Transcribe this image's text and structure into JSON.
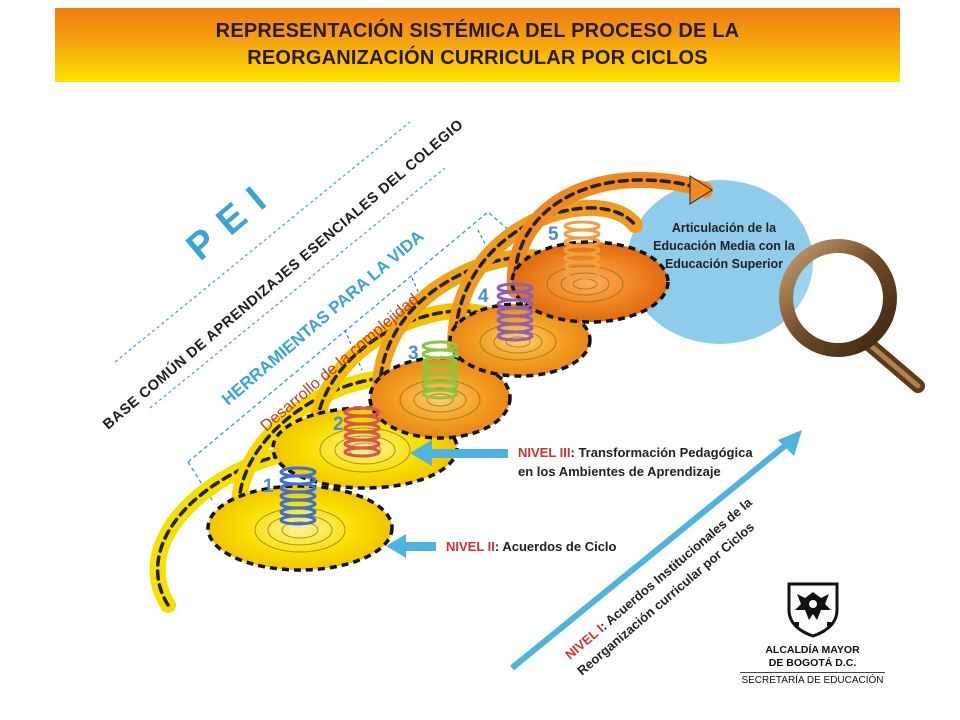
{
  "header": {
    "title_line1": "REPRESENTACIÓN SISTÉMICA DEL PROCESO DE LA",
    "title_line2": "REORGANIZACIÓN CURRICULAR POR CICLOS"
  },
  "bands": {
    "pei": "PEI",
    "base": "BASE COMÚN DE APRENDIZAJES ESENCIALES DEL COLEGIO",
    "herramientas": "HERRAMIENTAS PARA LA VIDA",
    "desarrollo": "Desarrollo de la complejidad"
  },
  "cycles": [
    "1",
    "2",
    "3",
    "4",
    "5"
  ],
  "articulation": {
    "line1": "Articulación de la",
    "line2": "Educación Media con la",
    "line3": "Educación Superior"
  },
  "levels": {
    "nivel3_tag": "NIVEL III",
    "nivel3_line1": ": Transformación Pedagógica",
    "nivel3_line2": "en los Ambientes de Aprendizaje",
    "nivel2_tag": "NIVEL II",
    "nivel2_text": ": Acuerdos de Ciclo",
    "nivel1_tag": "NIVEL I",
    "nivel1_line1": ": Acuerdos Institucionales de la",
    "nivel1_line2": "Reorganización curricular por Ciclos"
  },
  "logo": {
    "line1": "ALCALDÍA MAYOR",
    "line2": "DE BOGOTÁ D.C.",
    "line3": "SECRETARÍA DE EDUCACIÓN"
  },
  "colors": {
    "banner_top": "#ee7a12",
    "banner_bottom": "#fde400",
    "blue_text": "#3ba3d8",
    "red_text": "#c0392b",
    "nivel_red": "#d2322a",
    "arrow_blue": "#4fb3e0",
    "ellipse_blue": "#8fcbeb",
    "spring_colors": [
      "#3f6fd1",
      "#d9534f",
      "#8cc63f",
      "#8e5fb5",
      "#f0a040"
    ]
  },
  "icons": [
    "magnifier-icon",
    "coat-of-arms-icon"
  ]
}
